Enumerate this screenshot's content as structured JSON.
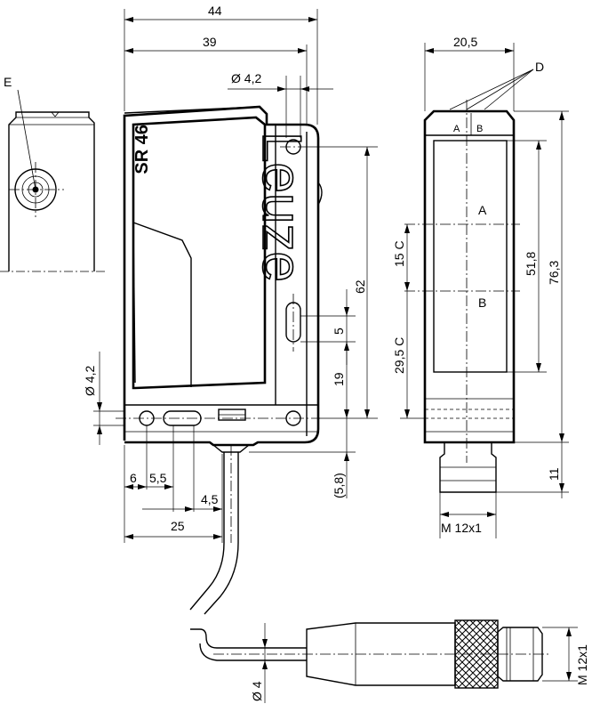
{
  "brand": "Leuze",
  "model": "SR 46",
  "dimensions": {
    "overall_width": "44",
    "body_width": "39",
    "hole_dia_top": "Ø 4,2",
    "hole_dia_side": "Ø 4,2",
    "body_height": "62",
    "slot_5": "5",
    "dist_19": "19",
    "dist_58": "(5,8)",
    "dist_6": "6",
    "dist_55": "5,5",
    "dist_45": "4,5",
    "dist_25": "25",
    "front_width": "20,5",
    "dist_518": "51,8",
    "dist_763": "76,3",
    "dist_15c": "15 C",
    "dist_295c": "29,5 C",
    "dist_11": "11",
    "thread_front": "M 12x1",
    "cable_dia": "Ø 4",
    "thread_cable": "M 12x1"
  },
  "labels": {
    "e": "E",
    "d": "D",
    "a_small": "A",
    "b_small": "B",
    "a_large": "A",
    "b_large": "B"
  }
}
